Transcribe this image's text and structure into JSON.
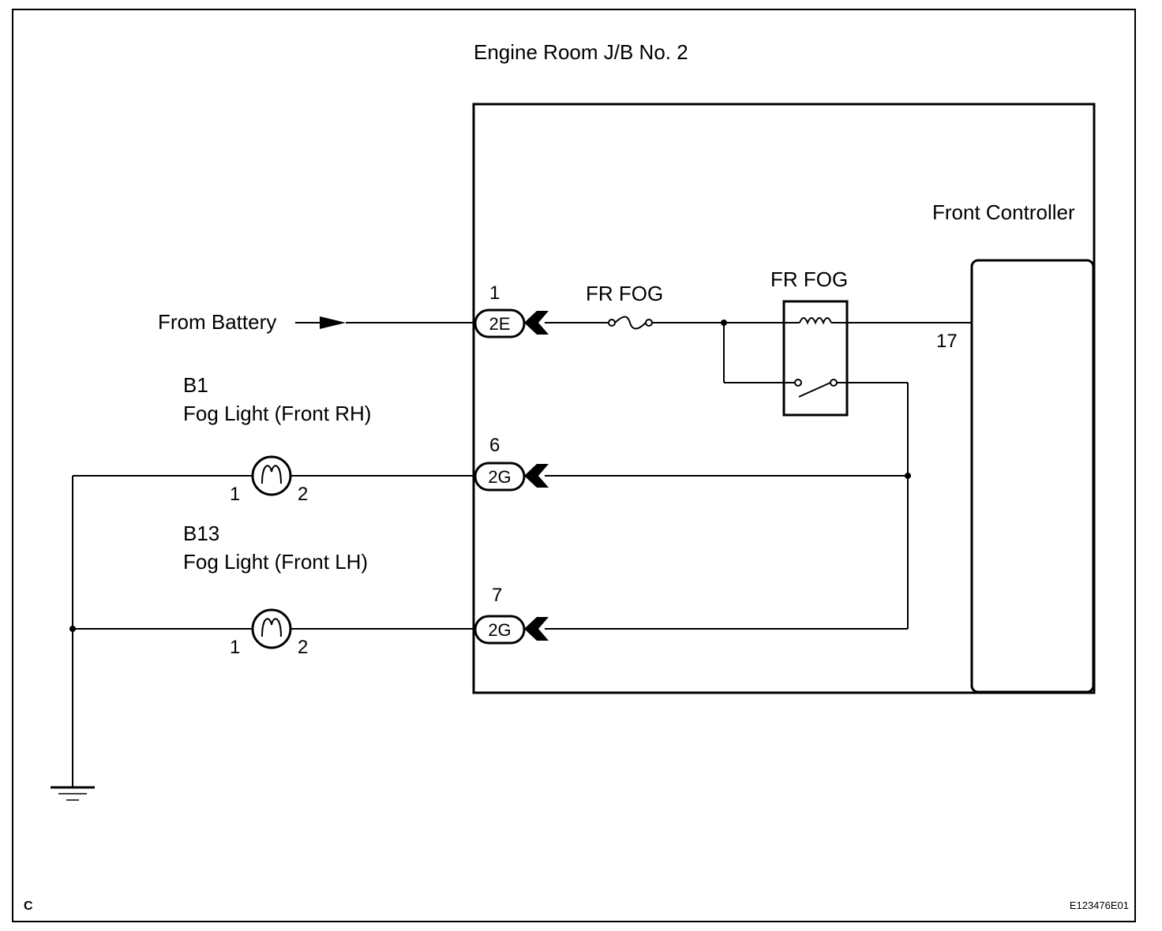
{
  "diagram": {
    "jb_title": "Engine Room J/B No. 2",
    "controller_label": "Front Controller",
    "controller_pin": "17",
    "battery_label": "From Battery",
    "fuse_label": "FR FOG",
    "relay_label": "FR FOG",
    "connectors": [
      {
        "pin": "1",
        "code": "2E"
      },
      {
        "pin": "6",
        "code": "2G"
      },
      {
        "pin": "7",
        "code": "2G"
      }
    ],
    "lamps": [
      {
        "code": "B1",
        "name": "Fog Light (Front RH)",
        "pin_left": "1",
        "pin_right": "2"
      },
      {
        "code": "B13",
        "name": "Fog Light (Front LH)",
        "pin_left": "1",
        "pin_right": "2"
      }
    ],
    "corner_letter": "C",
    "figure_id": "E123476E01"
  }
}
